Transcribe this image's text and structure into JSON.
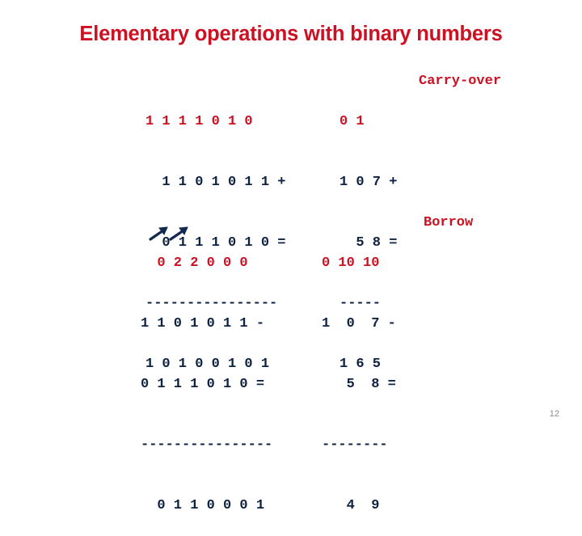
{
  "slide": {
    "title": "Elementary operations with binary numbers",
    "page_number": "12",
    "title_color": "#cc1122",
    "digit_color": "#0d2142",
    "accent_color": "#cc1122",
    "page_number_color": "#8c8c8c"
  },
  "labels": {
    "carry_over": "Carry-over",
    "borrow": "Borrow"
  },
  "addition": {
    "binary": {
      "carry_row": "1 1 1 1 0 1 0",
      "operand_1": "  1 1 0 1 0 1 1 +",
      "operand_2": "  0 1 1 1 0 1 0 =",
      "rule_line": "----------------",
      "result_row": "1 0 1 0 0 1 0 1"
    },
    "decimal": {
      "carry_row": "0 1",
      "operand_1": "1 0 7 +",
      "operand_2": "  5 8 =",
      "rule_line": "-----",
      "result_row": "1 6 5"
    }
  },
  "subtraction": {
    "binary": {
      "borrow_row": "  0 2 2 0 0 0",
      "operand_1": "1 1 0 1 0 1 1 -",
      "operand_2": "0 1 1 1 0 1 0 =",
      "rule_line": "----------------",
      "result_row": "  0 1 1 0 0 0 1"
    },
    "decimal": {
      "borrow_row": "0 10 10",
      "operand_1": "1  0  7 -",
      "operand_2": "   5  8 =",
      "rule_line": "--------",
      "result_row": "   4  9"
    }
  },
  "arrows": [
    {
      "name": "borrow-arrow-1"
    },
    {
      "name": "borrow-arrow-2"
    }
  ]
}
